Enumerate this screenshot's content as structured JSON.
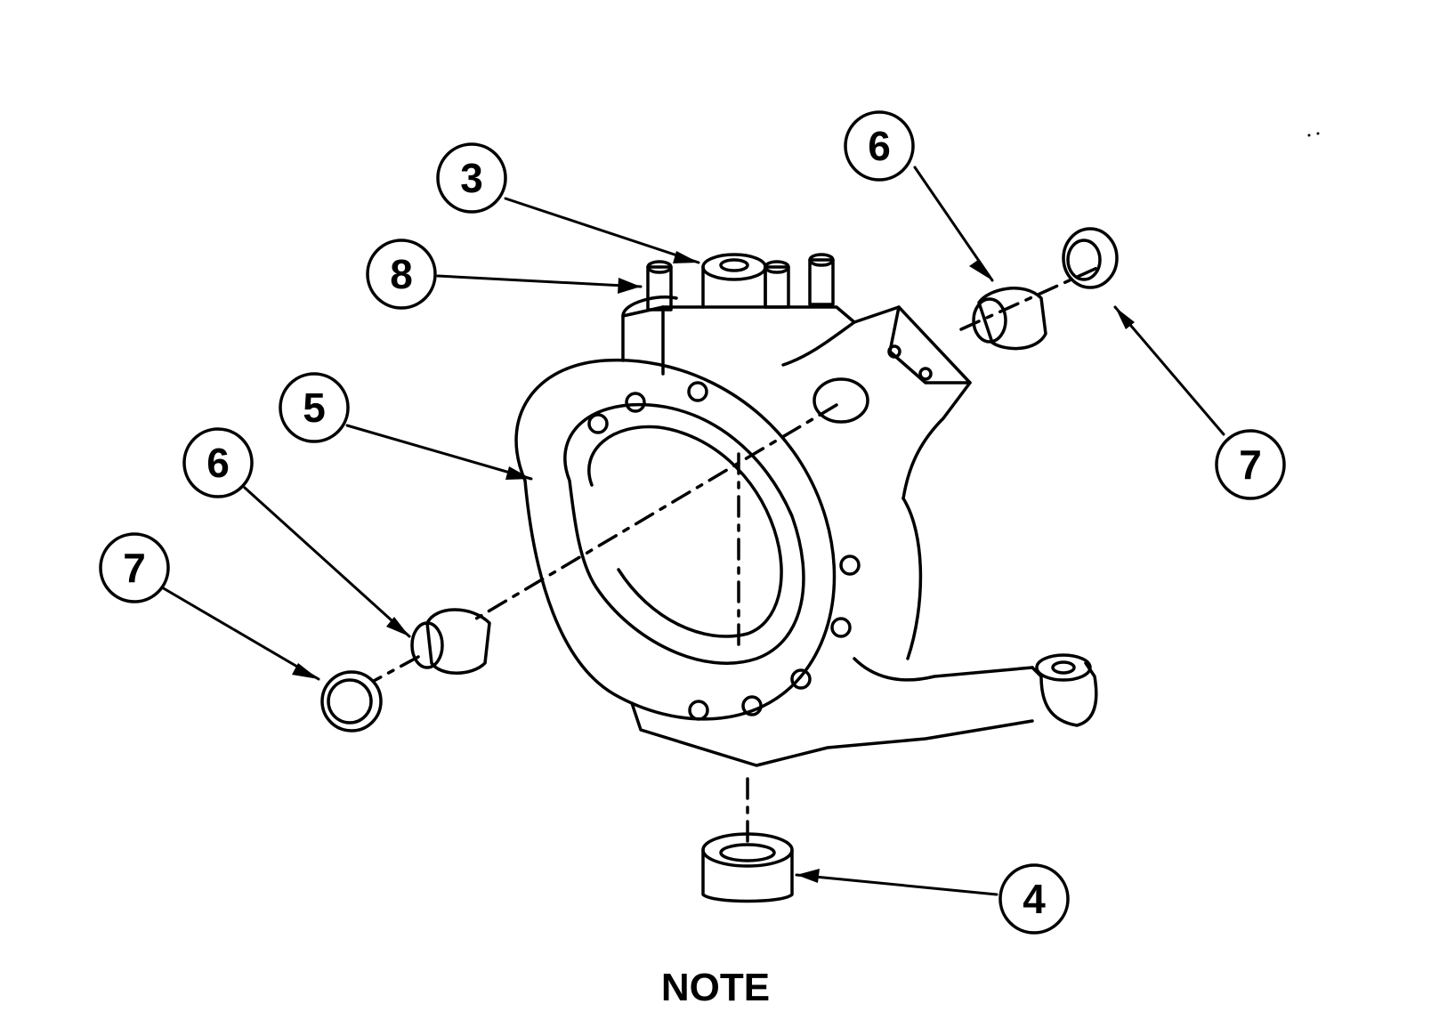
{
  "diagram": {
    "callouts": [
      {
        "id": "c3",
        "label": "3"
      },
      {
        "id": "c8",
        "label": "8"
      },
      {
        "id": "c6a",
        "label": "6"
      },
      {
        "id": "c7a",
        "label": "7"
      },
      {
        "id": "c5",
        "label": "5"
      },
      {
        "id": "c6b",
        "label": "6"
      },
      {
        "id": "c7b",
        "label": "7"
      },
      {
        "id": "c4",
        "label": "4"
      }
    ]
  },
  "note": {
    "heading": "NOTE"
  },
  "colors": {
    "ink": "#000000",
    "paper": "#ffffff"
  }
}
